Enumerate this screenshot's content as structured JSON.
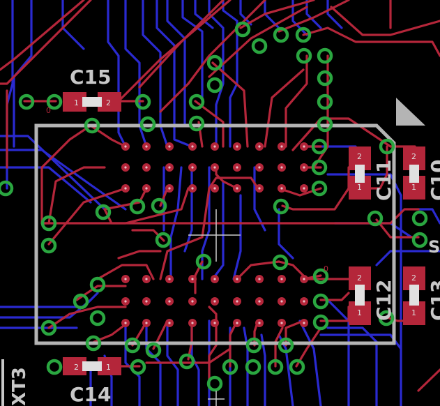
{
  "components": {
    "C15": {
      "label": "C15",
      "pin1": "1",
      "pin2": "2"
    },
    "C14": {
      "label": "C14",
      "pin1": "1",
      "pin2": "2"
    },
    "C11": {
      "label": "C11",
      "pin1": "1",
      "pin2": "2"
    },
    "C12": {
      "label": "C12",
      "pin1": "1",
      "pin2": "2"
    },
    "C10": {
      "label": "C10",
      "pin1": "1",
      "pin2": "2"
    },
    "C13": {
      "label": "C13",
      "pin1": "1",
      "pin2": "2"
    },
    "XT3": {
      "label": "XT3"
    },
    "S": {
      "label": "S"
    }
  },
  "colors": {
    "top_layer": "#b4263a",
    "bottom_layer": "#2a2ad0",
    "via": "#2aa640",
    "silkscreen": "#b4b4b4",
    "background": "#000000"
  }
}
